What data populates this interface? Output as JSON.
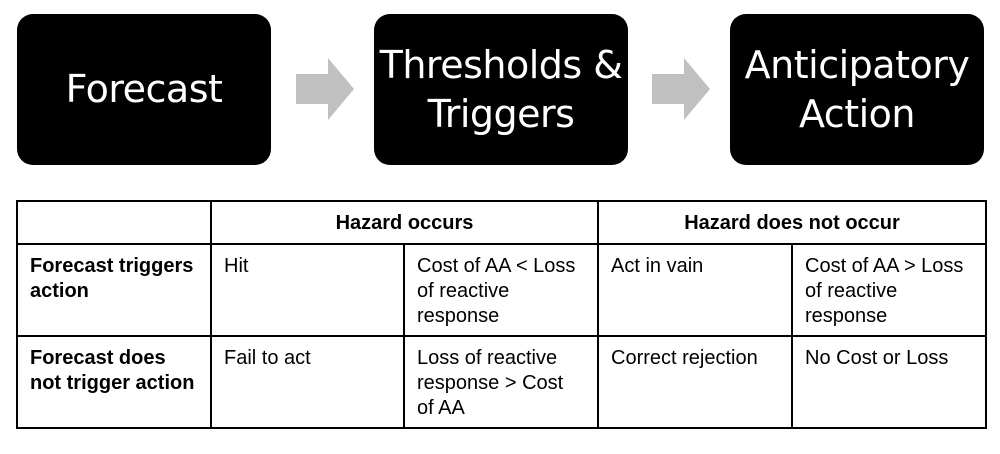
{
  "flow": {
    "steps": [
      {
        "label": "Forecast"
      },
      {
        "label": "Thresholds &\nTriggers"
      },
      {
        "label": "Anticipatory\nAction"
      }
    ],
    "arrow_color": "#c0c0c0",
    "box_color": "#000000"
  },
  "table": {
    "headers": {
      "corner": "",
      "hazard_occurs": "Hazard occurs",
      "hazard_not_occur": "Hazard does not occur"
    },
    "rows": [
      {
        "label": "Forecast triggers action",
        "cells": [
          "Hit",
          "Cost of AA < Loss of reactive response",
          "Act in vain",
          "Cost of AA > Loss of reactive response"
        ]
      },
      {
        "label": "Forecast does not trigger action",
        "cells": [
          "Fail to act",
          "Loss of reactive response > Cost of AA",
          "Correct rejection",
          "No Cost or Loss"
        ]
      }
    ]
  }
}
